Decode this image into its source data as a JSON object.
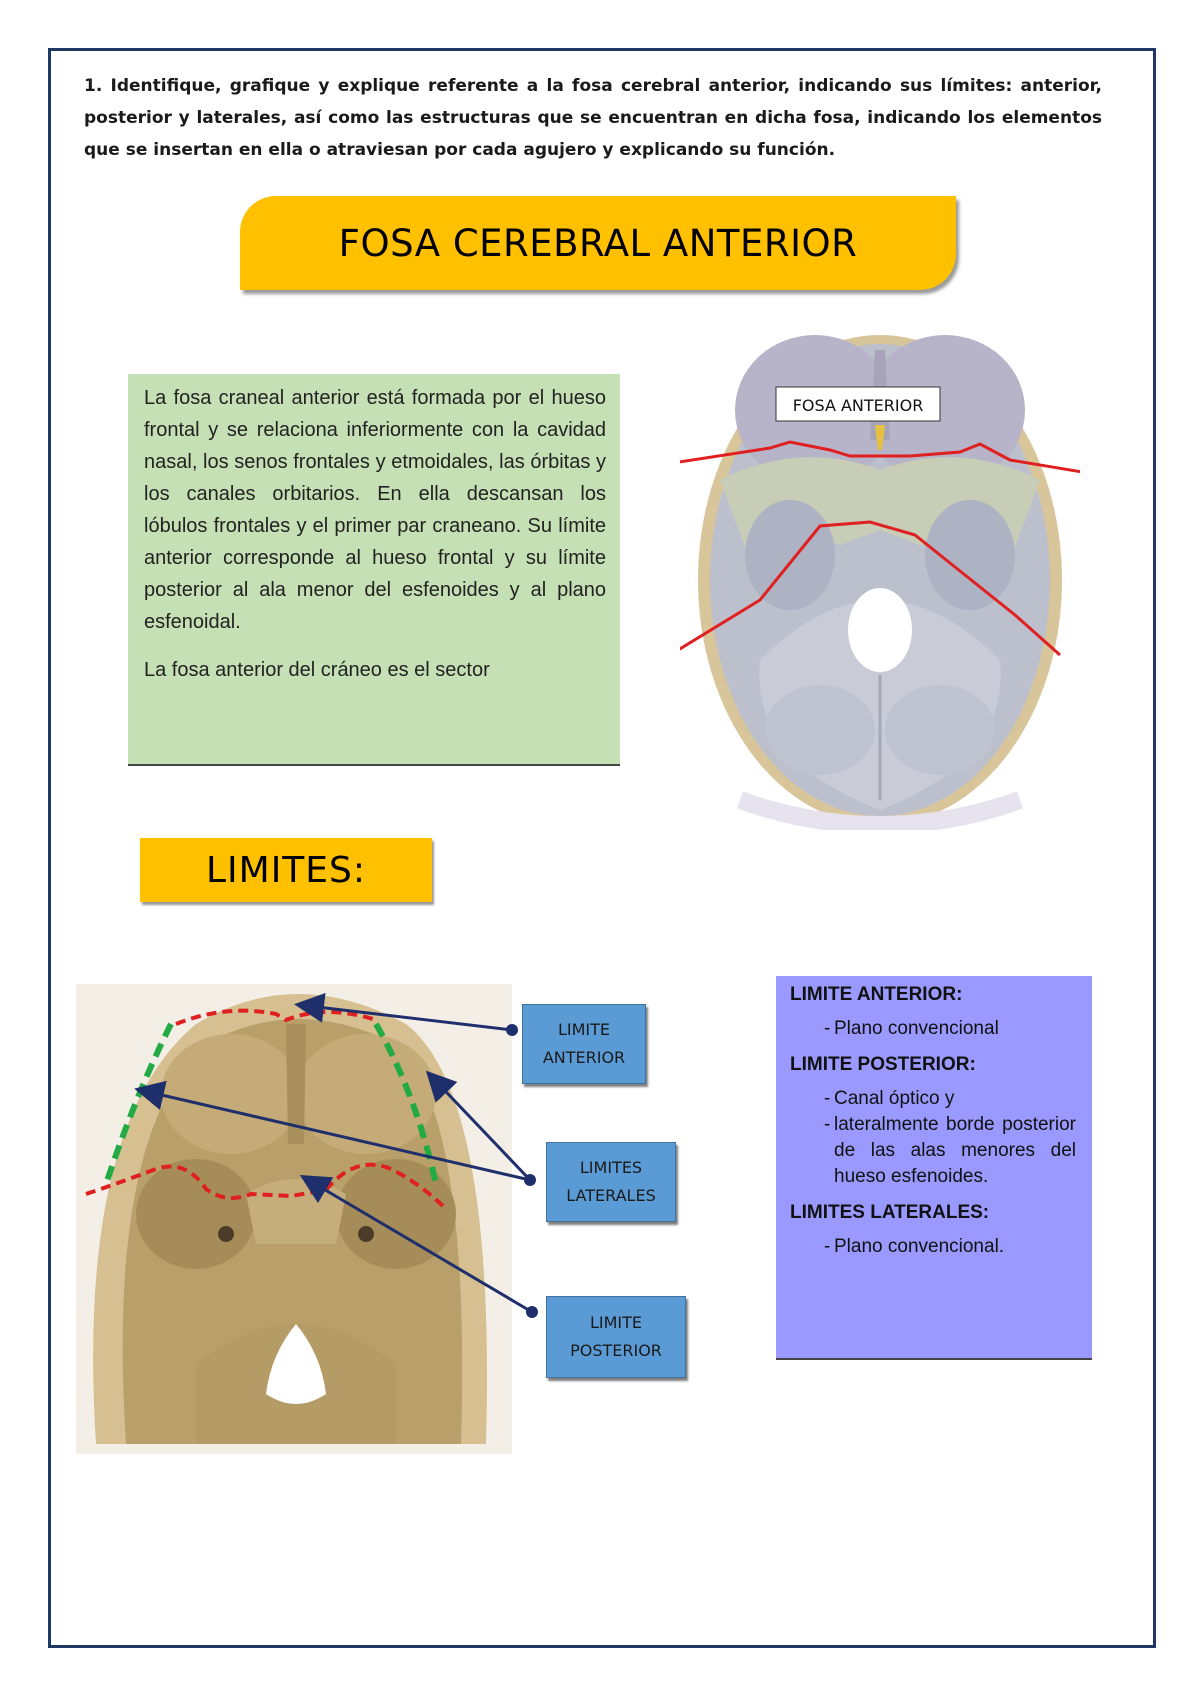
{
  "question": "1. Identifique, grafique y explique referente a la fosa cerebral anterior, indicando sus límites: anterior, posterior y laterales, así como las estructuras que se encuentran en dicha fosa, indicando los elementos que se insertan en ella o atraviesan por cada agujero y explicando su función.",
  "title": "FOSA CEREBRAL ANTERIOR",
  "intro": {
    "paragraph1": "La fosa craneal anterior está formada por el hueso frontal y se relaciona inferiormente con la cavidad nasal, los senos frontales y etmoidales, las órbitas y los canales orbitarios. En ella descansan los lóbulos frontales y el primer par craneano. Su límite anterior corresponde al hueso frontal y su límite posterior al ala menor del esfenoides y al plano esfenoidal.",
    "paragraph2": "La fosa anterior del cráneo es el sector"
  },
  "skull_label": "FOSA ANTERIOR",
  "limites_heading": "LIMITES:",
  "callouts": {
    "anterior": [
      "LIMITE",
      "ANTERIOR"
    ],
    "laterales": [
      "LIMITES",
      "LATERALES"
    ],
    "posterior": [
      "LIMITE",
      "POSTERIOR"
    ]
  },
  "limits_box": {
    "anterior_title": "LIMITE ANTERIOR:",
    "anterior_items": [
      "Plano convencional"
    ],
    "posterior_title": "LIMITE POSTERIOR:",
    "posterior_items": [
      "Canal óptico y",
      "lateralmente borde posterior de las alas menores del hueso esfenoides."
    ],
    "laterales_title": "LIMITES LATERALES:",
    "laterales_items": [
      "Plano convencional."
    ]
  },
  "colors": {
    "frame": "#1f3864",
    "banner": "#ffc000",
    "intro_bg": "#c5e0b4",
    "limits_bg": "#9999ff",
    "callout_bg": "#5b9bd5",
    "boundary_red": "#e02020",
    "lateral_green": "#22aa44",
    "arrow_navy": "#1f2f6b"
  }
}
